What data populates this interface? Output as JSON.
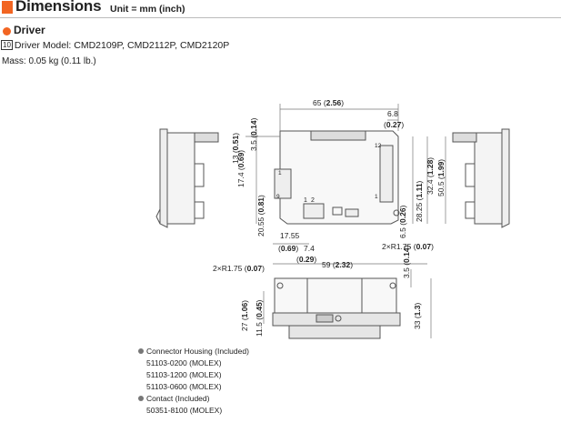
{
  "header": {
    "title": "Dimensions",
    "unit": "Unit = mm (inch)"
  },
  "section": {
    "title": "Driver"
  },
  "model": {
    "badge": "10",
    "text": "Driver Model: CMD2109P, CMD2112P, CMD2120P"
  },
  "mass": "Mass: 0.05 kg (0.11 lb.)",
  "top_view": {
    "width_mm": "65",
    "width_in": "2.56",
    "edge_mm": "6.8",
    "edge_in": "0.27",
    "h1_mm": "13",
    "h1_in": "0.51",
    "h2_mm": "3.5",
    "h2_in": "0.14",
    "h3_mm": "17.4",
    "h3_in": "0.69",
    "h4_mm": "20.55",
    "h4_in": "0.81",
    "r1_mm": "32.4",
    "r1_in": "1.28",
    "r2_mm": "50.5",
    "r2_in": "1.99",
    "r3_mm": "28.25",
    "r3_in": "1.11",
    "r4_mm": "6.5",
    "r4_in": "0.26",
    "b1_mm": "17.55",
    "b1_in": "0.69",
    "b2_mm": "7.4",
    "b2_in": "0.29",
    "radius": "2×R1.75",
    "radius_in": "0.07",
    "pin12": "12",
    "pin1": "1",
    "pin9": "9",
    "pin1b": "1",
    "con_a": "1",
    "con_b": "2"
  },
  "bottom_view": {
    "radius": "2×R1.75",
    "radius_in": "0.07",
    "width_mm": "59",
    "width_in": "2.32",
    "e1_mm": "3.5",
    "e1_in": "0.14",
    "l1_mm": "27",
    "l1_in": "1.06",
    "l2_mm": "11.5",
    "l2_in": "0.45",
    "r1_mm": "33",
    "r1_in": "1.3"
  },
  "notes": {
    "housing_title": "Connector Housing (Included)",
    "housing": [
      "51103-0200 (MOLEX)",
      "51103-1200 (MOLEX)",
      "51103-0600 (MOLEX)"
    ],
    "contact_title": "Contact (Included)",
    "contact": [
      "50351-8100 (MOLEX)"
    ]
  }
}
